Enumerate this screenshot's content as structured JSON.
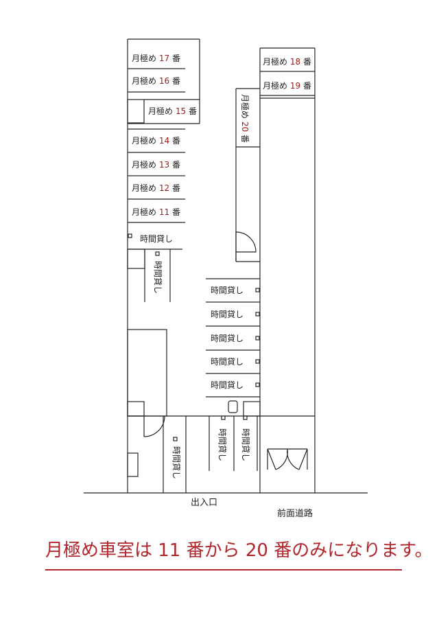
{
  "spaces": {
    "monthly_prefix": "月極め",
    "suffix": "番",
    "hourly_label": "時間貸し",
    "numbers": {
      "s11": "11",
      "s12": "12",
      "s13": "13",
      "s14": "14",
      "s15": "15",
      "s16": "16",
      "s17": "17",
      "s18": "18",
      "s19": "19",
      "s20": "20"
    }
  },
  "labels": {
    "entrance": "出入口",
    "road": "前面道路"
  },
  "notice": {
    "text": "月極め車室は 11 番から 20 番のみになります。",
    "color": "#b0262c"
  },
  "colors": {
    "number_red": "#9b1b1b",
    "line": "#222222"
  }
}
